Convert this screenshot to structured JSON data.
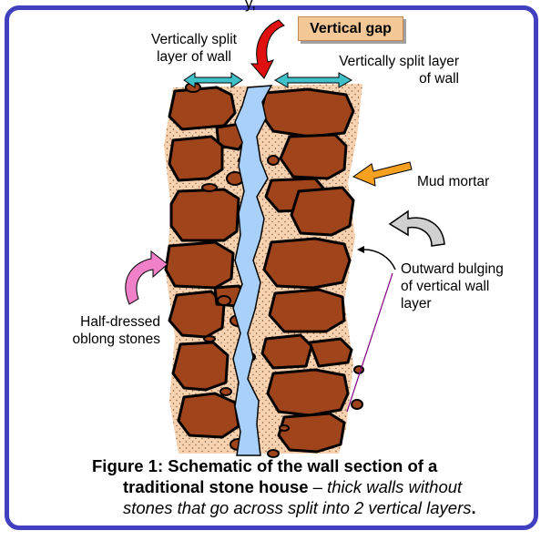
{
  "top_text": "y,",
  "labels": {
    "vertical_gap": "Vertical gap",
    "split_layer_left_1": "Vertically split",
    "split_layer_left_2": "layer of wall",
    "split_layer_right_1": "Vertically split layer",
    "split_layer_right_2": "of wall",
    "mud_mortar": "Mud mortar",
    "bulging_1": "Outward bulging",
    "bulging_2": "of vertical wall",
    "bulging_3": "layer",
    "stones_1": "Half-dressed",
    "stones_2": "oblong stones"
  },
  "caption": {
    "title_1": "Figure 1: Schematic of the wall section of a",
    "title_2": "traditional stone house",
    "dash": " – ",
    "italic_1": "thick walls without",
    "italic_2": "stones that go across split into 2 vertical layers",
    "end": "."
  },
  "colors": {
    "frame": "#4040c0",
    "stone": "#a0441c",
    "mortar": "#f6d2b0",
    "gap": "#a8d0f8",
    "cyan_arrow": "#40c0c8",
    "red_arrow": "#e01010",
    "orange_arrow": "#f8a020",
    "pink_arrow": "#f080c8",
    "gray_arrow": "#d0d0d0",
    "purple_line": "#800080"
  }
}
